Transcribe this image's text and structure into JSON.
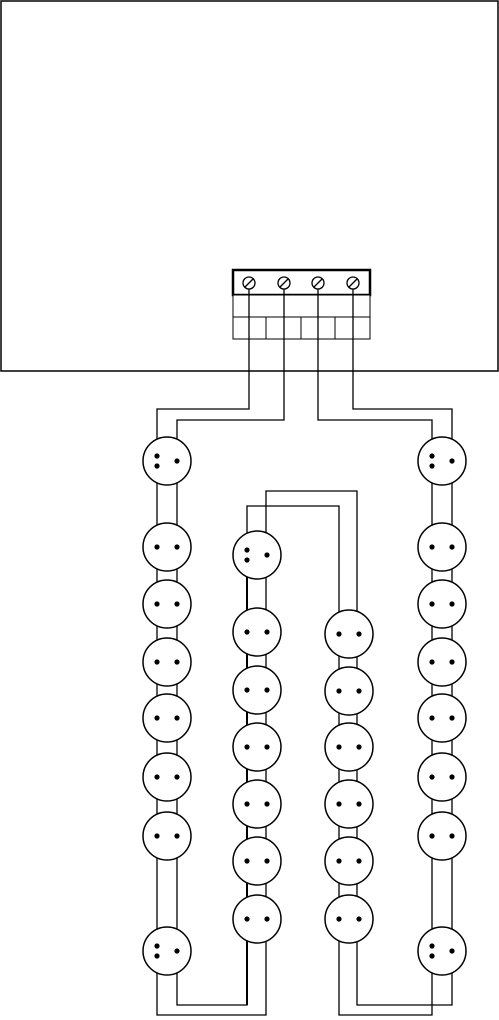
{
  "diagram": {
    "panel": {
      "terminal_count": 4
    },
    "columns": [
      {
        "name": "left",
        "devices": 8,
        "wiring": "two-wire"
      },
      {
        "name": "center-left",
        "devices": 7,
        "wiring": "two-wire"
      },
      {
        "name": "center-right",
        "devices": 6,
        "wiring": "two-wire"
      },
      {
        "name": "right",
        "devices": 8,
        "wiring": "two-wire"
      }
    ],
    "colors": {
      "stroke": "#000000",
      "background": "#ffffff"
    }
  }
}
